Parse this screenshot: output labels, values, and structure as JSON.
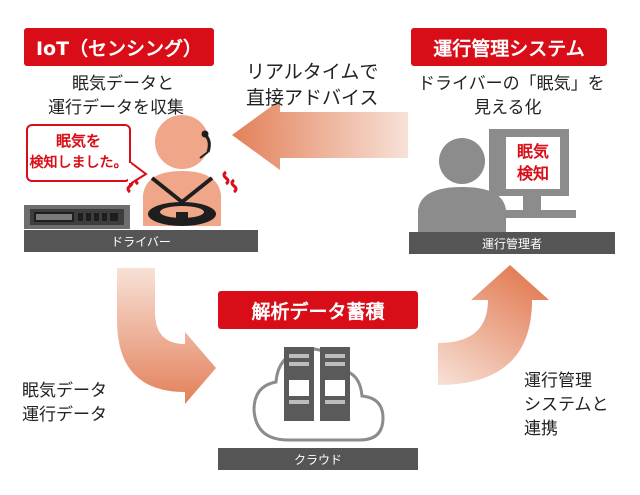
{
  "colors": {
    "accent_red": "#d90d17",
    "dark_gray": "#555555",
    "mid_gray": "#8c8c8c",
    "light_gray": "#bdbdbd",
    "arrow_light": "#f7e1d6",
    "arrow_dark": "#e3805a",
    "skin": "#f0a689"
  },
  "iot": {
    "title": "IoT（センシング）",
    "desc_line1": "眠気データと",
    "desc_line2": "運行データを収集",
    "alert_line1": "眠気を",
    "alert_line2": "検知しました。",
    "driver_label": "ドライバー"
  },
  "system": {
    "title": "運行管理システム",
    "desc_line1": "ドライバーの「眠気」を",
    "desc_line2": "見える化",
    "monitor_line1": "眠気",
    "monitor_line2": "検知",
    "manager_label": "運行管理者"
  },
  "advice": {
    "line1": "リアルタイムで",
    "line2": "直接アドバイス"
  },
  "cloud": {
    "title": "解析データ蓄積",
    "label": "クラウド"
  },
  "upload": {
    "line1": "眠気データ",
    "line2": "運行データ"
  },
  "link": {
    "line1": "運行管理",
    "line2": "システムと",
    "line3": "連携"
  },
  "icons": [
    "driver-icon",
    "headset-icon",
    "steering-wheel-icon",
    "dashboard-device-icon",
    "operator-icon",
    "monitor-icon",
    "server-icon",
    "cloud-icon",
    "arrow-left-icon",
    "arrow-down-right-icon",
    "arrow-up-right-icon"
  ]
}
